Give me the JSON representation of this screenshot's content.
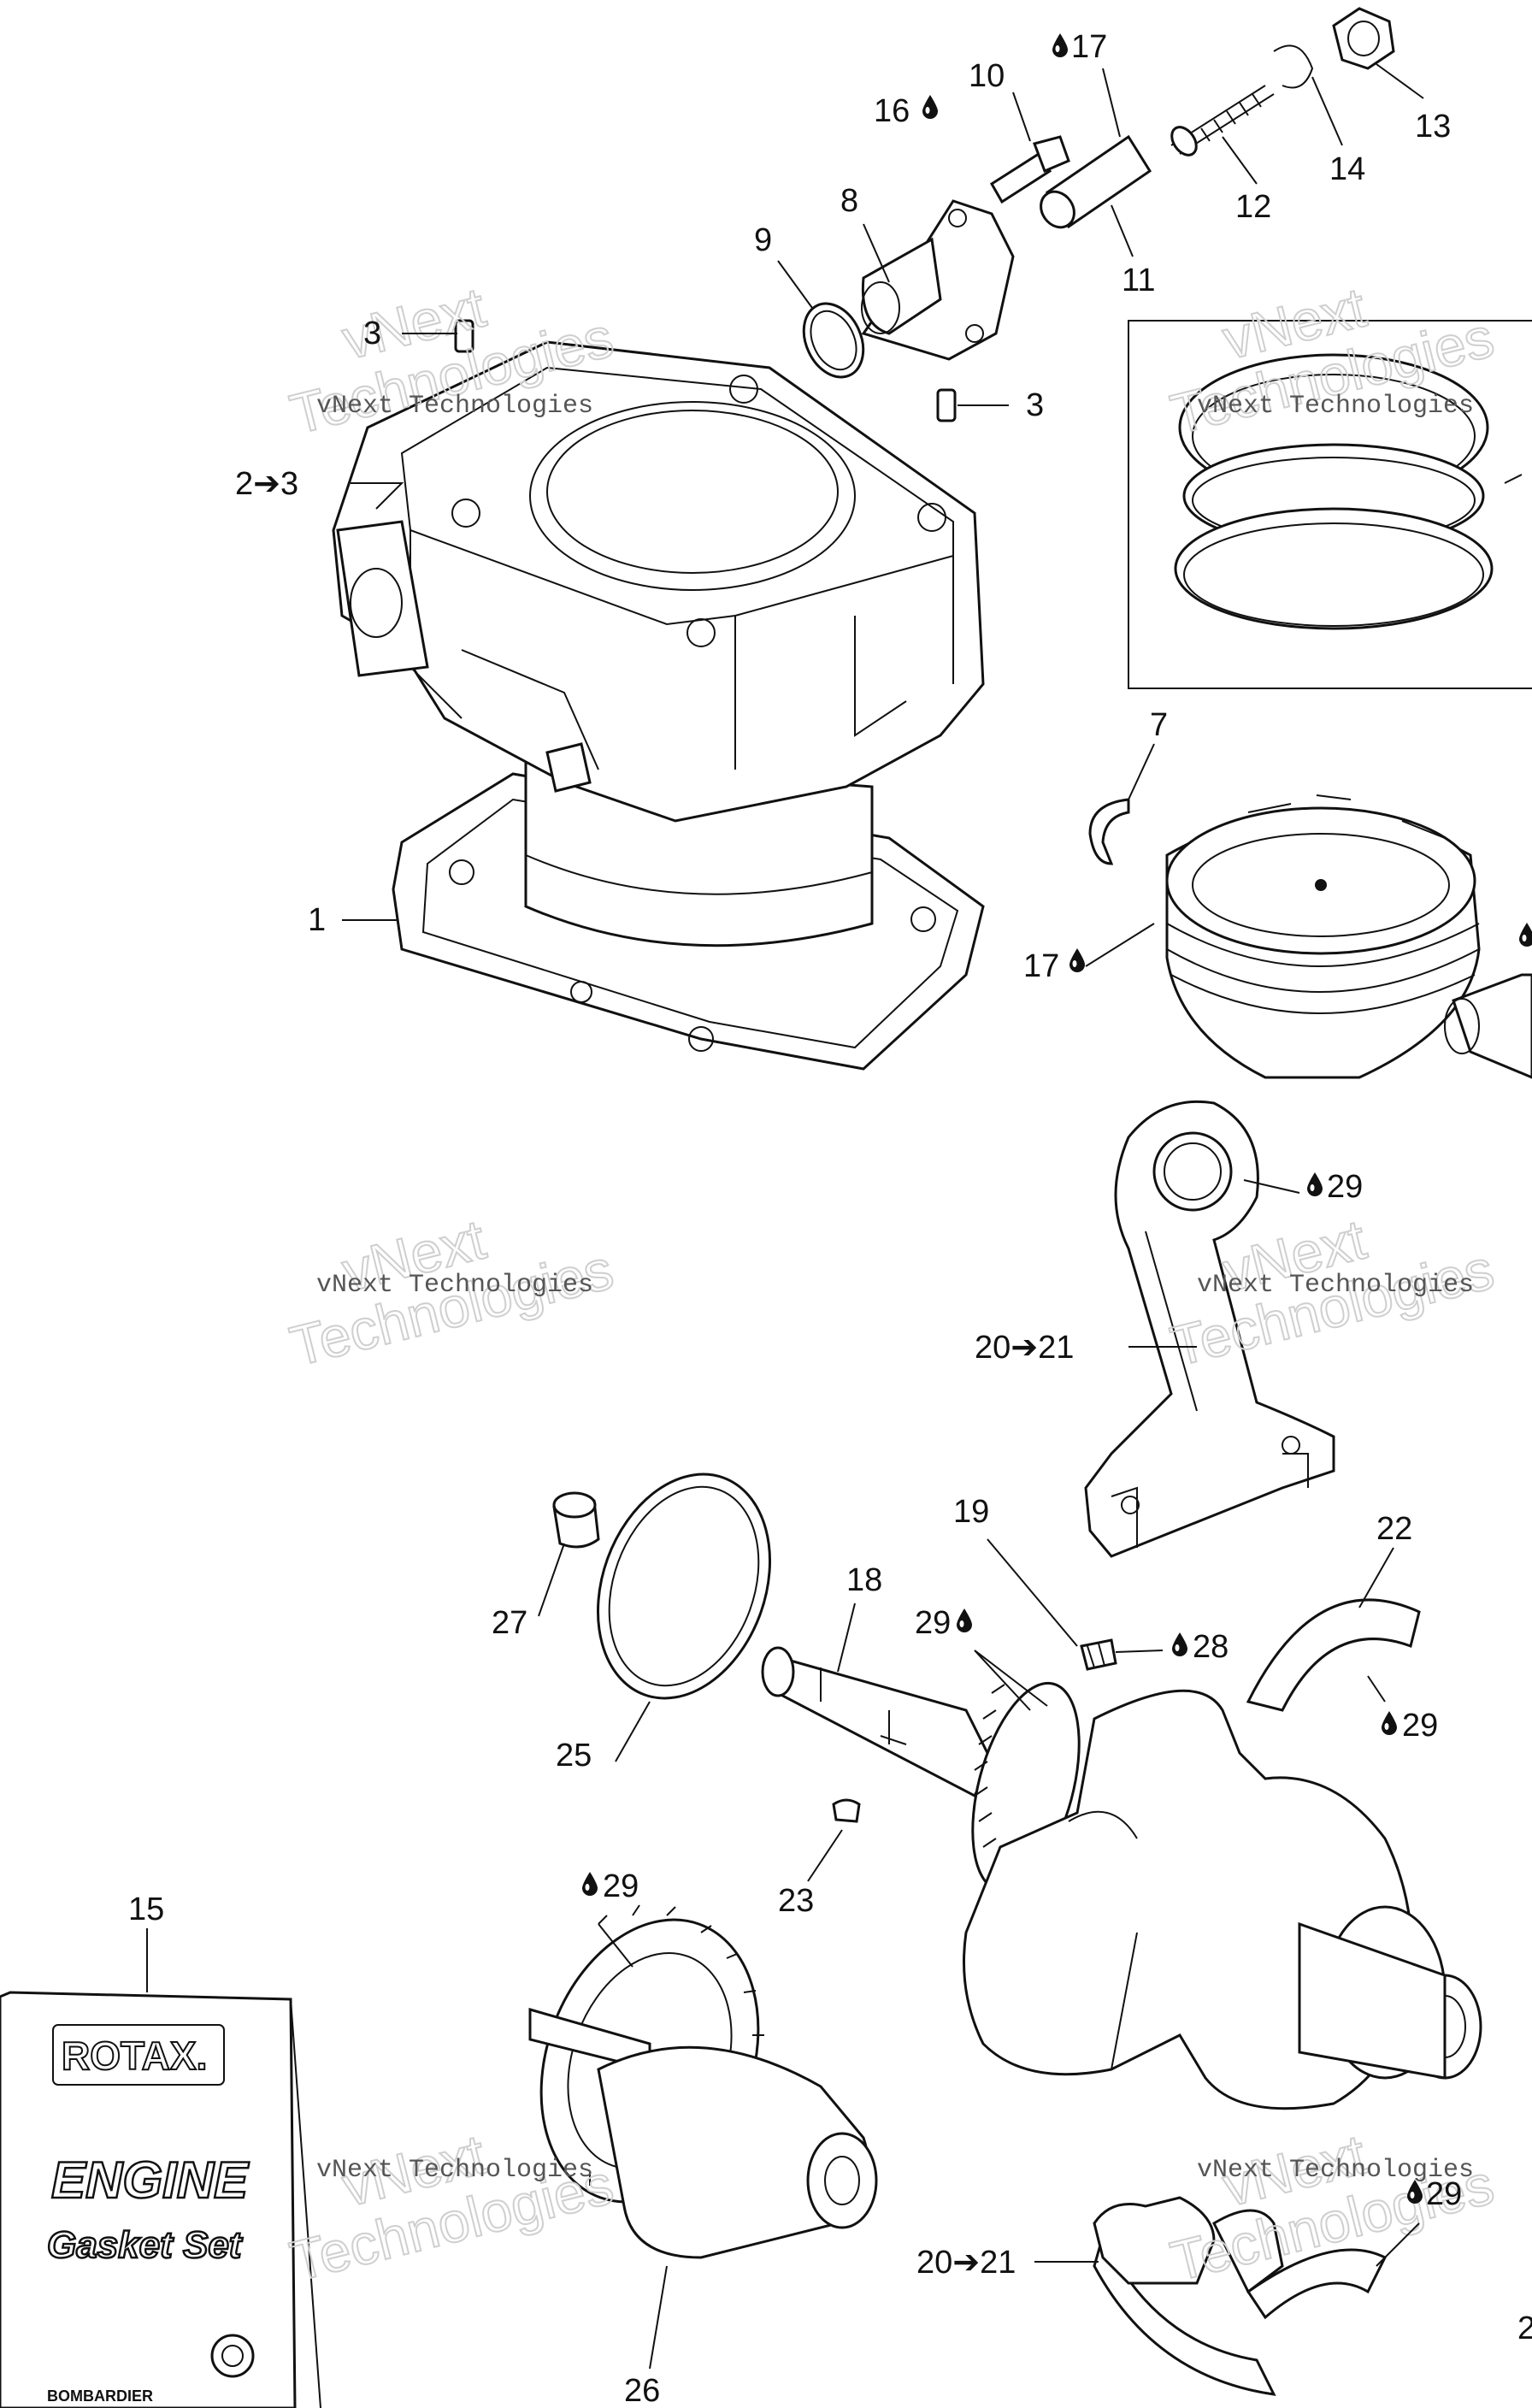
{
  "callouts": [
    {
      "id": "c1",
      "text": "1"
    },
    {
      "id": "c2",
      "text": "2➔3"
    },
    {
      "id": "c3a",
      "text": "3"
    },
    {
      "id": "c3b",
      "text": "3"
    },
    {
      "id": "c7",
      "text": "7"
    },
    {
      "id": "c8",
      "text": "8"
    },
    {
      "id": "c9",
      "text": "9"
    },
    {
      "id": "c10",
      "text": "10"
    },
    {
      "id": "c11",
      "text": "11"
    },
    {
      "id": "c12",
      "text": "12"
    },
    {
      "id": "c13",
      "text": "13"
    },
    {
      "id": "c14",
      "text": "14"
    },
    {
      "id": "c15",
      "text": "15"
    },
    {
      "id": "c16",
      "text": "16"
    },
    {
      "id": "c17a",
      "text": "17"
    },
    {
      "id": "c17b",
      "text": "17"
    },
    {
      "id": "c18",
      "text": "18"
    },
    {
      "id": "c19",
      "text": "19"
    },
    {
      "id": "c20a",
      "text": "20➔21"
    },
    {
      "id": "c20b",
      "text": "20➔21"
    },
    {
      "id": "c22",
      "text": "22"
    },
    {
      "id": "c23",
      "text": "23"
    },
    {
      "id": "c25",
      "text": "25"
    },
    {
      "id": "c26",
      "text": "26"
    },
    {
      "id": "c27",
      "text": "27"
    },
    {
      "id": "c28",
      "text": "28"
    },
    {
      "id": "c29a",
      "text": "29"
    },
    {
      "id": "c29b",
      "text": "29"
    },
    {
      "id": "c29c",
      "text": "29"
    },
    {
      "id": "c29d",
      "text": "29"
    },
    {
      "id": "c29e",
      "text": "29"
    },
    {
      "id": "c2edge",
      "text": "2"
    }
  ],
  "watermark": {
    "small": "vNext Technologies",
    "brand_line1": "vNext",
    "brand_line2": "Technologies"
  },
  "gasket_box": {
    "brand": "ROTAX.",
    "line1": "ENGINE",
    "line2": "Gasket Set",
    "maker": "BOMBARDIER"
  },
  "icons": {
    "lubricant": "oil-drop-icon"
  }
}
